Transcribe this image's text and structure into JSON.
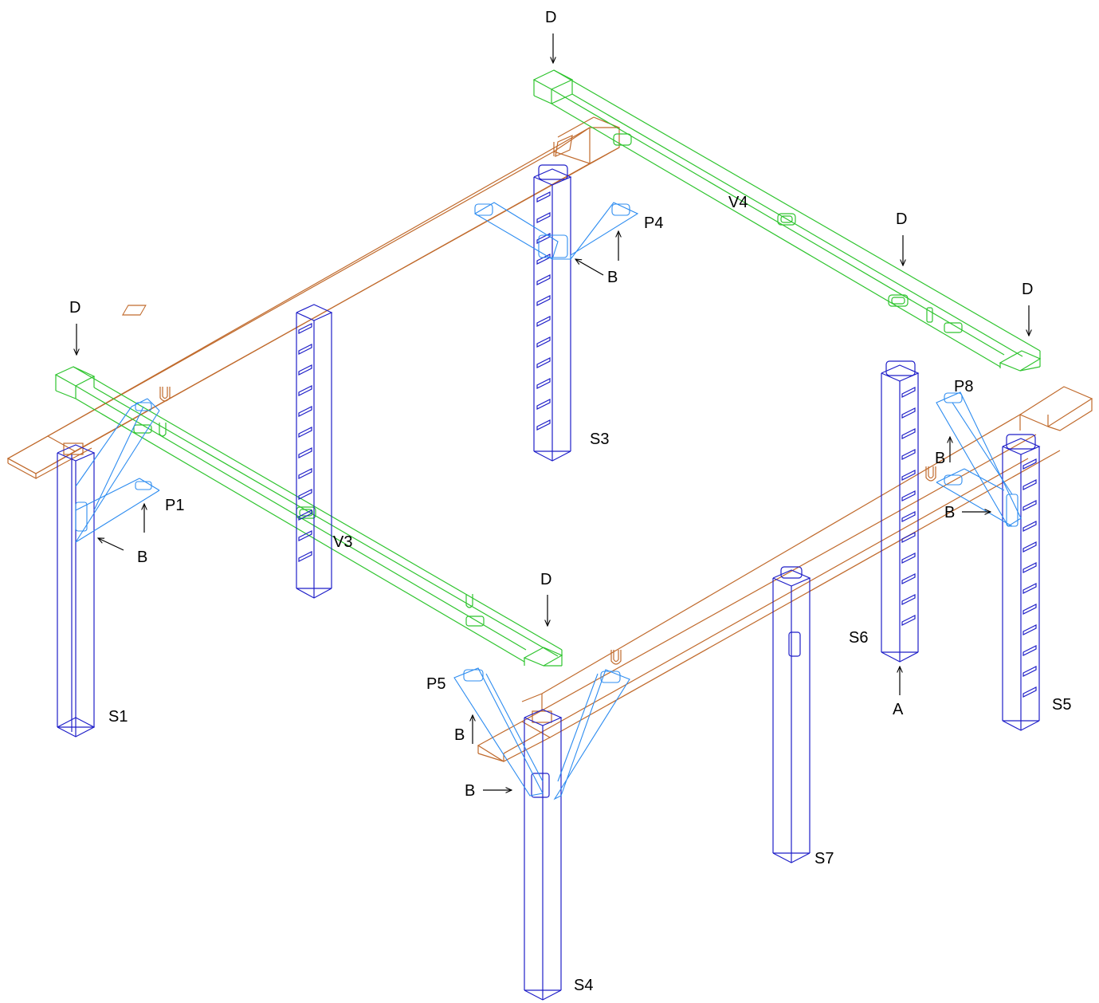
{
  "colors": {
    "column": "#1e1ec8",
    "bracket": "#2d8cf0",
    "beam_orange": "#c06a2c",
    "beam_green": "#2ec42e",
    "arrow": "#000000",
    "background": "#ffffff"
  },
  "labels": {
    "s1": "S1",
    "s3": "S3",
    "s4": "S4",
    "s5": "S5",
    "s6": "S6",
    "s7": "S7",
    "p1": "P1",
    "p4": "P4",
    "p5": "P5",
    "p8": "P8",
    "v3": "V3",
    "v4": "V4",
    "d": "D",
    "b": "B",
    "a": "A"
  }
}
